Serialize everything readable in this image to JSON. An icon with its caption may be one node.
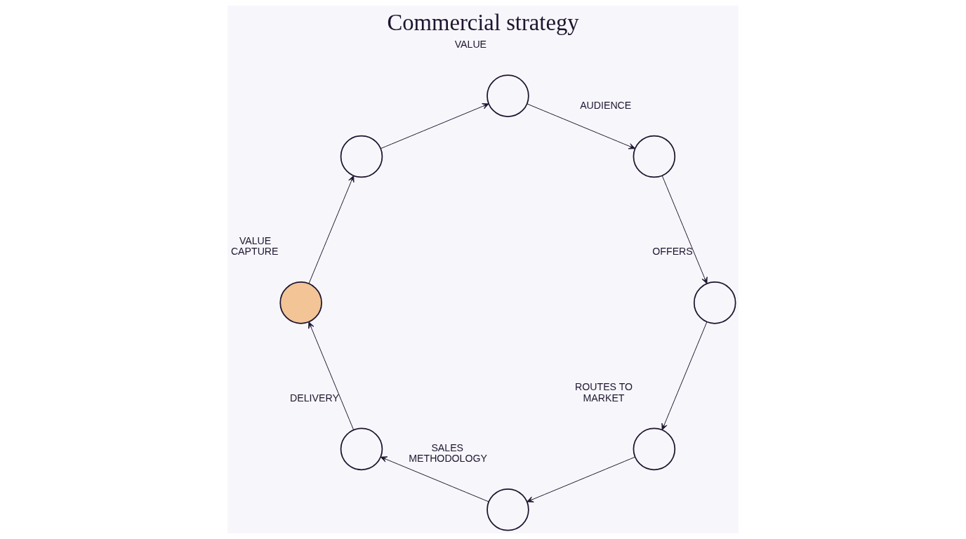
{
  "diagram": {
    "title": "Commercial strategy",
    "nodes": [
      {
        "text": [],
        "shape": "circle",
        "beside": [
          "VALUE"
        ]
      },
      {
        "text": [],
        "shape": "circle",
        "beside": [
          "AUDIENCE"
        ]
      },
      {
        "text": [],
        "shape": "circle",
        "beside": [
          "OFFERS"
        ]
      },
      {
        "text": [],
        "shape": "circle",
        "beside": [
          "ROUTES TO MARKET"
        ]
      },
      {
        "text": [],
        "shape": "circle",
        "beside": [
          "SALES METHODOLOGY"
        ]
      },
      {
        "text": [],
        "shape": "circle",
        "beside": [
          "DELIVERY"
        ]
      },
      {
        "text": [],
        "shape": "circle",
        "beside": [
          "VALUE CAPTURE"
        ]
      },
      {
        "text": [],
        "shape": "circle"
      }
    ],
    "edges": [
      {
        "from": 0,
        "to": 1,
        "arrow": "to"
      },
      {
        "from": 1,
        "to": 2,
        "arrow": "to"
      },
      {
        "from": 2,
        "to": 3,
        "arrow": "to"
      },
      {
        "from": 3,
        "to": 4,
        "arrow": "to"
      },
      {
        "from": 4,
        "to": 5,
        "arrow": "to"
      },
      {
        "from": 5,
        "to": 6,
        "arrow": "to"
      },
      {
        "from": 6,
        "to": 7,
        "arrow": "to"
      },
      {
        "from": 7,
        "to": 0,
        "arrow": "to"
      }
    ]
  }
}
